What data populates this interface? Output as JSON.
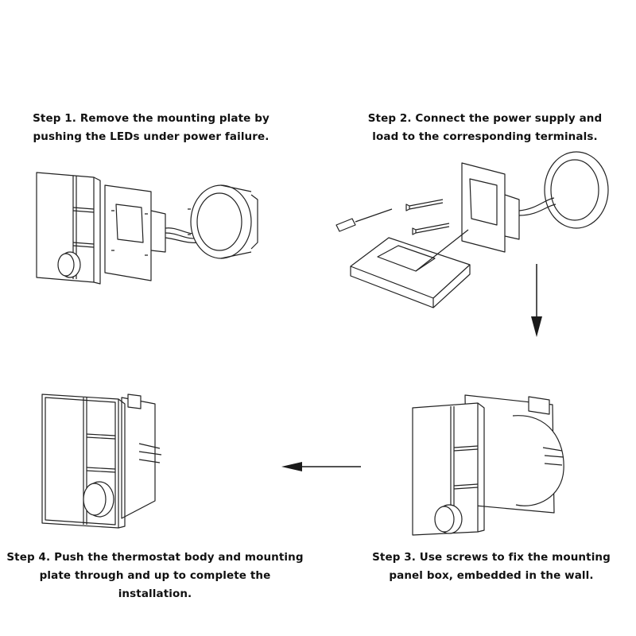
{
  "steps": [
    {
      "lines": [
        "Step 1. Remove the mounting plate by",
        "pushing the LEDs under power failure."
      ]
    },
    {
      "lines": [
        "Step 2. Connect the power supply and",
        "load to the corresponding terminals."
      ]
    },
    {
      "lines": [
        "Step 3. Use screws to fix the mounting",
        "panel box, embedded in the wall."
      ]
    },
    {
      "lines": [
        "Step 4. Push the thermostat body and mounting",
        "plate through and up to complete the installation."
      ]
    }
  ],
  "colors": {
    "ink": "#222222",
    "arrow": "#1a1a1a",
    "background": "#ffffff"
  }
}
